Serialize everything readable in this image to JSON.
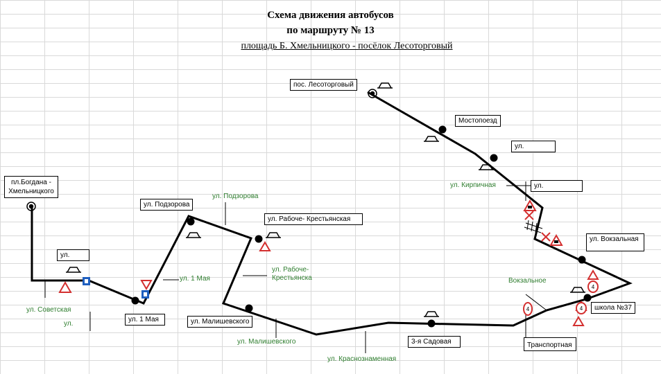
{
  "title": {
    "line1": "Схема движения автобусов",
    "line2": "по маршруту № 13",
    "line3": "площадь Б. Хмельницкого - посёлок  Лесоторговый"
  },
  "stops": {
    "lesotorgovy": "пос. Лесоторговый",
    "mostopoezd": "Мостопоезд",
    "ul_top": "ул.",
    "ul_kirp_box": "ул.",
    "vokzalnaya": "ул. Вокзальная",
    "shkola37": "школа №37",
    "transportnaya": "Транспортная",
    "sadovaya3": "3-я Садовая",
    "malishevskogo": "ул. Малишевского",
    "rabochekrest": "ул. Рабоче- Крестьянская",
    "podzorova": "ул. Подзорова",
    "pervomaya": "ул. 1 Мая",
    "ul_left": "ул.",
    "khmelnitsky": "пл.Богдана - Хмельницкого"
  },
  "streets": {
    "kirpichnaya": "ул. Кирпичная",
    "vokzalnoe": "Вокзальное",
    "krasnoznamennaya": "ул. Краснознаменная",
    "malishevskogo": "ул. Малишевского",
    "rabochekrest": "ул. Рабоче-\nКрестьянска",
    "pervomaya": "ул. 1 Мая",
    "podzorova": "ул. Подзорова",
    "sovetskaya": "ул. Советская",
    "ul": "ул."
  },
  "signs": {
    "speed_limit": "4",
    "warning": "!!",
    "parking": "!!"
  },
  "colors": {
    "route": "#000000",
    "street_label": "#2e7d2e",
    "sign_red": "#d32f2f",
    "sign_blue": "#1f5fbf"
  }
}
